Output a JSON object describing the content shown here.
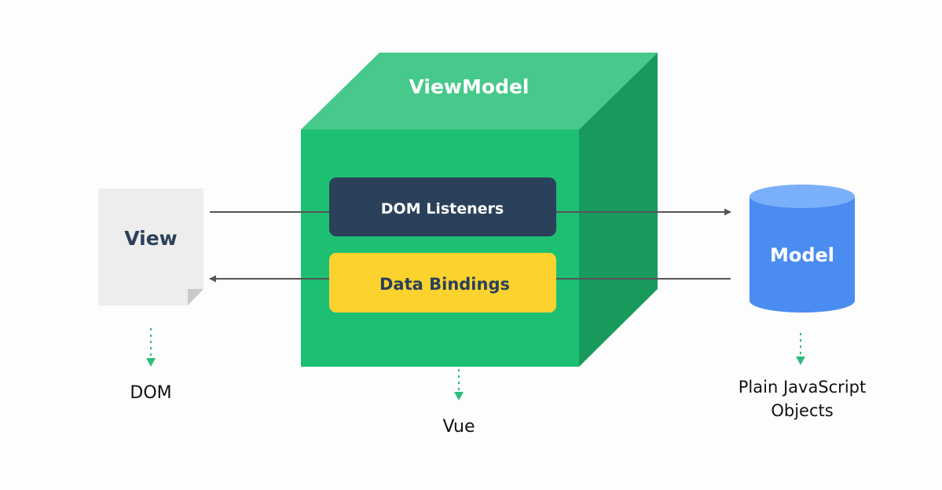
{
  "viewmodel": {
    "title": "ViewModel",
    "dom_listeners": "DOM Listeners",
    "data_bindings": "Data Bindings",
    "caption": "Vue"
  },
  "view": {
    "title": "View",
    "caption": "DOM"
  },
  "model": {
    "title": "Model",
    "caption_line1": "Plain JavaScript",
    "caption_line2": "Objects"
  },
  "colors": {
    "cube_front": "#1dc073",
    "cube_top": "#46c98a",
    "cube_side": "#189a5d",
    "listeners_box": "#2b4159",
    "bindings_box": "#fcd22f",
    "view_text": "#2b4159",
    "view_page": "#ededed",
    "view_fold": "#c9c9c9",
    "model_body": "#4b8cf1",
    "model_top": "#7ab0f9",
    "arrow": "#555555",
    "dotted_arrow": "#2dbd7a"
  }
}
